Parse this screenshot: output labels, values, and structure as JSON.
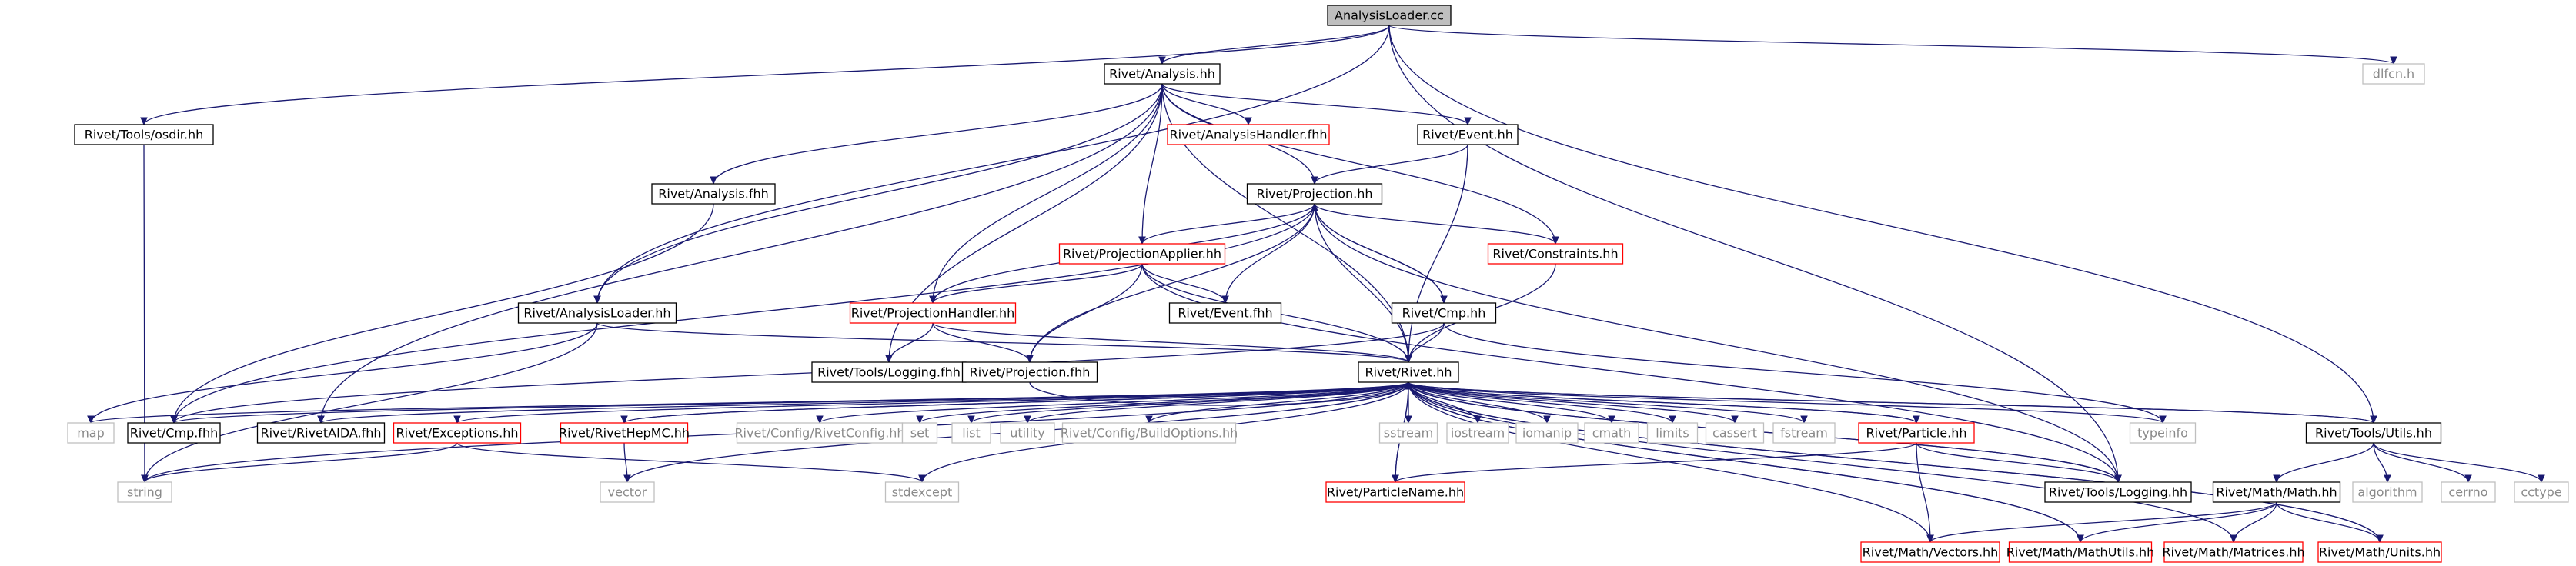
{
  "graph": {
    "title": "",
    "colors": {
      "edge": "#191970",
      "node_border_known": "#000000",
      "node_border_missing": "#ff0000",
      "node_border_system": "#bfbfbf",
      "node_fill_root": "#bfbfbf",
      "text_known": "#000000",
      "text_system": "#8a8a8a"
    },
    "nodes": [
      {
        "id": "AnalysisLoader.cc",
        "label": "AnalysisLoader.cc",
        "kind": "root"
      },
      {
        "id": "Rivet/Analysis.hh",
        "label": "Rivet/Analysis.hh",
        "kind": "known"
      },
      {
        "id": "Rivet/Tools/osdir.hh",
        "label": "Rivet/Tools/osdir.hh",
        "kind": "known"
      },
      {
        "id": "dlfcn.h",
        "label": "dlfcn.h",
        "kind": "system"
      },
      {
        "id": "Rivet/AnalysisHandler.fhh",
        "label": "Rivet/AnalysisHandler.fhh",
        "kind": "missing"
      },
      {
        "id": "Rivet/Event.hh",
        "label": "Rivet/Event.hh",
        "kind": "known"
      },
      {
        "id": "Rivet/Analysis.fhh",
        "label": "Rivet/Analysis.fhh",
        "kind": "known"
      },
      {
        "id": "Rivet/Projection.hh",
        "label": "Rivet/Projection.hh",
        "kind": "known"
      },
      {
        "id": "Rivet/ProjectionApplier.hh",
        "label": "Rivet/ProjectionApplier.hh",
        "kind": "missing"
      },
      {
        "id": "Rivet/Constraints.hh",
        "label": "Rivet/Constraints.hh",
        "kind": "missing"
      },
      {
        "id": "Rivet/AnalysisLoader.hh",
        "label": "Rivet/AnalysisLoader.hh",
        "kind": "known"
      },
      {
        "id": "Rivet/ProjectionHandler.hh",
        "label": "Rivet/ProjectionHandler.hh",
        "kind": "missing"
      },
      {
        "id": "Rivet/Event.fhh",
        "label": "Rivet/Event.fhh",
        "kind": "known"
      },
      {
        "id": "Rivet/Cmp.hh",
        "label": "Rivet/Cmp.hh",
        "kind": "known"
      },
      {
        "id": "Rivet/Tools/Logging.fhh",
        "label": "Rivet/Tools/Logging.fhh",
        "kind": "known"
      },
      {
        "id": "Rivet/Projection.fhh",
        "label": "Rivet/Projection.fhh",
        "kind": "known"
      },
      {
        "id": "Rivet/Rivet.hh",
        "label": "Rivet/Rivet.hh",
        "kind": "known"
      },
      {
        "id": "map",
        "label": "map",
        "kind": "system"
      },
      {
        "id": "Rivet/Cmp.fhh",
        "label": "Rivet/Cmp.fhh",
        "kind": "known"
      },
      {
        "id": "Rivet/RivetAIDA.fhh",
        "label": "Rivet/RivetAIDA.fhh",
        "kind": "known"
      },
      {
        "id": "Rivet/Exceptions.hh",
        "label": "Rivet/Exceptions.hh",
        "kind": "missing"
      },
      {
        "id": "Rivet/RivetHepMC.hh",
        "label": "Rivet/RivetHepMC.hh",
        "kind": "missing"
      },
      {
        "id": "Rivet/Config/RivetConfig.hh",
        "label": "Rivet/Config/RivetConfig.hh",
        "kind": "system"
      },
      {
        "id": "set",
        "label": "set",
        "kind": "system"
      },
      {
        "id": "list",
        "label": "list",
        "kind": "system"
      },
      {
        "id": "utility",
        "label": "utility",
        "kind": "system"
      },
      {
        "id": "Rivet/Config/BuildOptions.hh",
        "label": "Rivet/Config/BuildOptions.hh",
        "kind": "system"
      },
      {
        "id": "sstream",
        "label": "sstream",
        "kind": "system"
      },
      {
        "id": "iostream",
        "label": "iostream",
        "kind": "system"
      },
      {
        "id": "iomanip",
        "label": "iomanip",
        "kind": "system"
      },
      {
        "id": "cmath",
        "label": "cmath",
        "kind": "system"
      },
      {
        "id": "limits",
        "label": "limits",
        "kind": "system"
      },
      {
        "id": "cassert",
        "label": "cassert",
        "kind": "system"
      },
      {
        "id": "fstream",
        "label": "fstream",
        "kind": "system"
      },
      {
        "id": "Rivet/Particle.hh",
        "label": "Rivet/Particle.hh",
        "kind": "missing"
      },
      {
        "id": "typeinfo",
        "label": "typeinfo",
        "kind": "system"
      },
      {
        "id": "Rivet/Tools/Utils.hh",
        "label": "Rivet/Tools/Utils.hh",
        "kind": "known"
      },
      {
        "id": "string",
        "label": "string",
        "kind": "system"
      },
      {
        "id": "vector",
        "label": "vector",
        "kind": "system"
      },
      {
        "id": "stdexcept",
        "label": "stdexcept",
        "kind": "system"
      },
      {
        "id": "Rivet/ParticleName.hh",
        "label": "Rivet/ParticleName.hh",
        "kind": "missing"
      },
      {
        "id": "Rivet/Tools/Logging.hh",
        "label": "Rivet/Tools/Logging.hh",
        "kind": "known"
      },
      {
        "id": "Rivet/Math/Math.hh",
        "label": "Rivet/Math/Math.hh",
        "kind": "known"
      },
      {
        "id": "algorithm",
        "label": "algorithm",
        "kind": "system"
      },
      {
        "id": "cerrno",
        "label": "cerrno",
        "kind": "system"
      },
      {
        "id": "cctype",
        "label": "cctype",
        "kind": "system"
      },
      {
        "id": "Rivet/Math/Vectors.hh",
        "label": "Rivet/Math/Vectors.hh",
        "kind": "missing"
      },
      {
        "id": "Rivet/Math/MathUtils.hh",
        "label": "Rivet/Math/MathUtils.hh",
        "kind": "missing"
      },
      {
        "id": "Rivet/Math/Matrices.hh",
        "label": "Rivet/Math/Matrices.hh",
        "kind": "missing"
      },
      {
        "id": "Rivet/Math/Units.hh",
        "label": "Rivet/Math/Units.hh",
        "kind": "missing"
      }
    ],
    "edges": [
      [
        "AnalysisLoader.cc",
        "Rivet/Analysis.hh"
      ],
      [
        "AnalysisLoader.cc",
        "Rivet/Tools/osdir.hh"
      ],
      [
        "AnalysisLoader.cc",
        "dlfcn.h"
      ],
      [
        "AnalysisLoader.cc",
        "Rivet/AnalysisLoader.hh"
      ],
      [
        "AnalysisLoader.cc",
        "Rivet/Tools/Logging.hh"
      ],
      [
        "AnalysisLoader.cc",
        "Rivet/Tools/Utils.hh"
      ],
      [
        "Rivet/Analysis.hh",
        "Rivet/AnalysisHandler.fhh"
      ],
      [
        "Rivet/Analysis.hh",
        "Rivet/Event.hh"
      ],
      [
        "Rivet/Analysis.hh",
        "Rivet/Analysis.fhh"
      ],
      [
        "Rivet/Analysis.hh",
        "Rivet/Projection.hh"
      ],
      [
        "Rivet/Analysis.hh",
        "Rivet/ProjectionApplier.hh"
      ],
      [
        "Rivet/Analysis.hh",
        "Rivet/Constraints.hh"
      ],
      [
        "Rivet/Analysis.hh",
        "Rivet/AnalysisLoader.hh"
      ],
      [
        "Rivet/Analysis.hh",
        "Rivet/ProjectionHandler.hh"
      ],
      [
        "Rivet/Analysis.hh",
        "Rivet/Tools/Logging.fhh"
      ],
      [
        "Rivet/Analysis.hh",
        "Rivet/RivetAIDA.fhh"
      ],
      [
        "Rivet/Analysis.hh",
        "Rivet/Rivet.hh"
      ],
      [
        "Rivet/Tools/osdir.hh",
        "string"
      ],
      [
        "Rivet/Event.hh",
        "Rivet/Projection.hh"
      ],
      [
        "Rivet/Event.hh",
        "Rivet/Rivet.hh"
      ],
      [
        "Rivet/Analysis.fhh",
        "Rivet/Cmp.fhh"
      ],
      [
        "Rivet/Projection.hh",
        "Rivet/ProjectionApplier.hh"
      ],
      [
        "Rivet/Projection.hh",
        "Rivet/Constraints.hh"
      ],
      [
        "Rivet/Projection.hh",
        "Rivet/ProjectionHandler.hh"
      ],
      [
        "Rivet/Projection.hh",
        "Rivet/Event.fhh"
      ],
      [
        "Rivet/Projection.hh",
        "Rivet/Cmp.hh"
      ],
      [
        "Rivet/Projection.hh",
        "Rivet/Projection.fhh"
      ],
      [
        "Rivet/Projection.hh",
        "Rivet/Rivet.hh"
      ],
      [
        "Rivet/Projection.hh",
        "Rivet/Cmp.fhh"
      ],
      [
        "Rivet/Projection.hh",
        "Rivet/Tools/Logging.hh"
      ],
      [
        "Rivet/ProjectionApplier.hh",
        "Rivet/ProjectionHandler.hh"
      ],
      [
        "Rivet/ProjectionApplier.hh",
        "Rivet/Event.fhh"
      ],
      [
        "Rivet/ProjectionApplier.hh",
        "Rivet/Projection.fhh"
      ],
      [
        "Rivet/ProjectionApplier.hh",
        "Rivet/Rivet.hh"
      ],
      [
        "Rivet/ProjectionApplier.hh",
        "Rivet/Tools/Logging.hh"
      ],
      [
        "Rivet/Constraints.hh",
        "Rivet/Rivet.hh"
      ],
      [
        "Rivet/AnalysisLoader.hh",
        "Rivet/Rivet.hh"
      ],
      [
        "Rivet/AnalysisLoader.hh",
        "map"
      ],
      [
        "Rivet/AnalysisLoader.hh",
        "string"
      ],
      [
        "Rivet/ProjectionHandler.hh",
        "Rivet/Tools/Logging.fhh"
      ],
      [
        "Rivet/ProjectionHandler.hh",
        "Rivet/Projection.fhh"
      ],
      [
        "Rivet/ProjectionHandler.hh",
        "Rivet/Rivet.hh"
      ],
      [
        "Rivet/Cmp.hh",
        "Rivet/Rivet.hh"
      ],
      [
        "Rivet/Cmp.hh",
        "Rivet/Cmp.fhh"
      ],
      [
        "Rivet/Cmp.hh",
        "typeinfo"
      ],
      [
        "Rivet/Cmp.hh",
        "Rivet/Projection.hh"
      ],
      [
        "Rivet/Projection.fhh",
        "Rivet/Rivet.hh"
      ],
      [
        "Rivet/Rivet.hh",
        "map"
      ],
      [
        "Rivet/Rivet.hh",
        "Rivet/Cmp.fhh"
      ],
      [
        "Rivet/Rivet.hh",
        "Rivet/RivetAIDA.fhh"
      ],
      [
        "Rivet/Rivet.hh",
        "Rivet/Exceptions.hh"
      ],
      [
        "Rivet/Rivet.hh",
        "Rivet/RivetHepMC.hh"
      ],
      [
        "Rivet/Rivet.hh",
        "Rivet/Config/RivetConfig.hh"
      ],
      [
        "Rivet/Rivet.hh",
        "set"
      ],
      [
        "Rivet/Rivet.hh",
        "list"
      ],
      [
        "Rivet/Rivet.hh",
        "utility"
      ],
      [
        "Rivet/Rivet.hh",
        "Rivet/Config/BuildOptions.hh"
      ],
      [
        "Rivet/Rivet.hh",
        "sstream"
      ],
      [
        "Rivet/Rivet.hh",
        "iostream"
      ],
      [
        "Rivet/Rivet.hh",
        "iomanip"
      ],
      [
        "Rivet/Rivet.hh",
        "cmath"
      ],
      [
        "Rivet/Rivet.hh",
        "limits"
      ],
      [
        "Rivet/Rivet.hh",
        "cassert"
      ],
      [
        "Rivet/Rivet.hh",
        "fstream"
      ],
      [
        "Rivet/Rivet.hh",
        "Rivet/Particle.hh"
      ],
      [
        "Rivet/Rivet.hh",
        "typeinfo"
      ],
      [
        "Rivet/Rivet.hh",
        "Rivet/Tools/Utils.hh"
      ],
      [
        "Rivet/Rivet.hh",
        "string"
      ],
      [
        "Rivet/Rivet.hh",
        "vector"
      ],
      [
        "Rivet/Rivet.hh",
        "stdexcept"
      ],
      [
        "Rivet/Rivet.hh",
        "Rivet/ParticleName.hh"
      ],
      [
        "Rivet/Rivet.hh",
        "Rivet/Tools/Logging.hh"
      ],
      [
        "Rivet/Rivet.hh",
        "Rivet/Math/Vectors.hh"
      ],
      [
        "Rivet/Rivet.hh",
        "Rivet/Math/MathUtils.hh"
      ],
      [
        "Rivet/Rivet.hh",
        "Rivet/Math/Matrices.hh"
      ],
      [
        "Rivet/Rivet.hh",
        "Rivet/Math/Units.hh"
      ],
      [
        "Rivet/Exceptions.hh",
        "string"
      ],
      [
        "Rivet/Exceptions.hh",
        "stdexcept"
      ],
      [
        "Rivet/RivetHepMC.hh",
        "vector"
      ],
      [
        "Rivet/RivetHepMC.hh",
        "Rivet/Rivet.hh"
      ],
      [
        "Rivet/Particle.hh",
        "Rivet/ParticleName.hh"
      ],
      [
        "Rivet/Particle.hh",
        "Rivet/Math/Vectors.hh"
      ],
      [
        "Rivet/Particle.hh",
        "Rivet/Tools/Logging.hh"
      ],
      [
        "Rivet/Particle.hh",
        "Rivet/Rivet.hh"
      ],
      [
        "Rivet/ParticleName.hh",
        "Rivet/Rivet.hh"
      ],
      [
        "Rivet/Tools/Logging.hh",
        "Rivet/Rivet.hh"
      ],
      [
        "Rivet/Tools/Utils.hh",
        "Rivet/Rivet.hh"
      ],
      [
        "Rivet/Tools/Utils.hh",
        "Rivet/Math/Math.hh"
      ],
      [
        "Rivet/Tools/Utils.hh",
        "algorithm"
      ],
      [
        "Rivet/Tools/Utils.hh",
        "cerrno"
      ],
      [
        "Rivet/Tools/Utils.hh",
        "cctype"
      ],
      [
        "Rivet/Math/Math.hh",
        "Rivet/Math/Vectors.hh"
      ],
      [
        "Rivet/Math/Math.hh",
        "Rivet/Math/MathUtils.hh"
      ],
      [
        "Rivet/Math/Math.hh",
        "Rivet/Math/Matrices.hh"
      ],
      [
        "Rivet/Math/Math.hh",
        "Rivet/Math/Units.hh"
      ],
      [
        "Rivet/Math/MathUtils.hh",
        "Rivet/Rivet.hh"
      ],
      [
        "Rivet/Math/Units.hh",
        "Rivet/Rivet.hh"
      ]
    ]
  }
}
